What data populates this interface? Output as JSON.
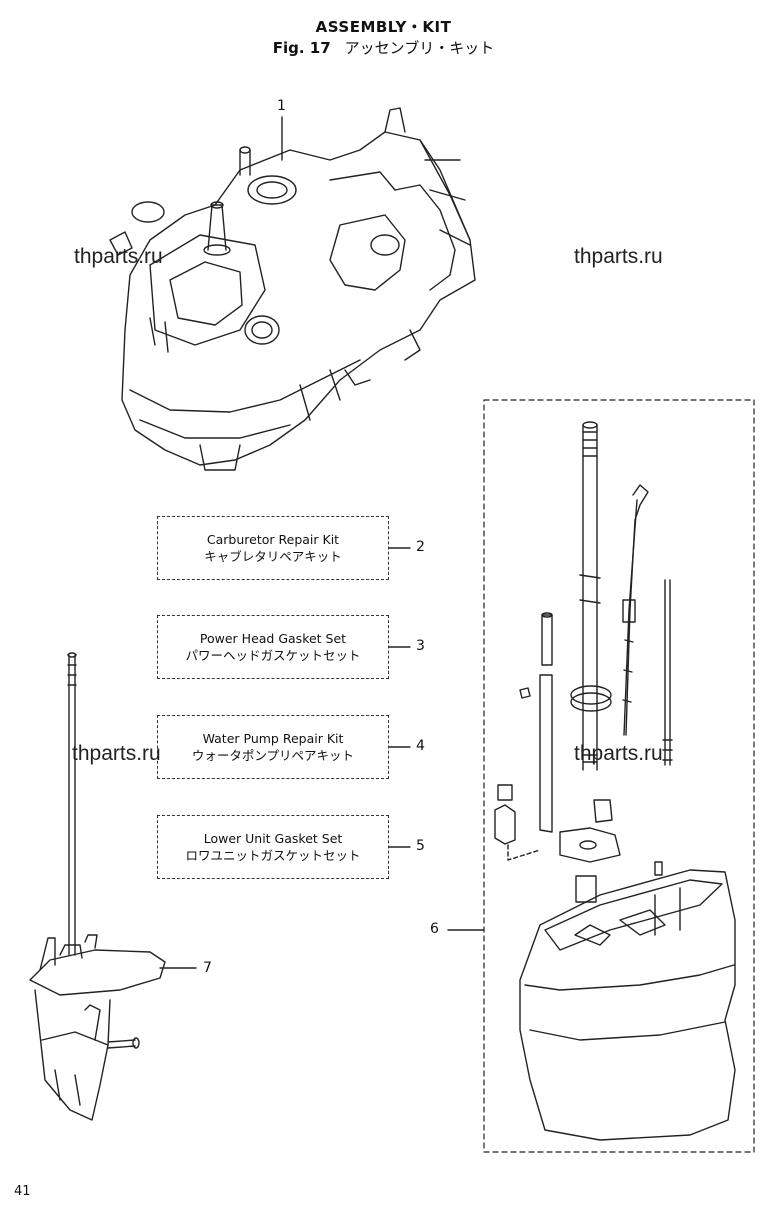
{
  "header": {
    "title": "ASSEMBLY・KIT",
    "fig_label": "Fig. 17",
    "fig_title_jp": "アッセンブリ・キット"
  },
  "kits": [
    {
      "en": "Carburetor Repair Kit",
      "jp": "キャブレタリペアキット",
      "num": "2"
    },
    {
      "en": "Power Head Gasket Set",
      "jp": "パワーヘッドガスケットセット",
      "num": "3"
    },
    {
      "en": "Water Pump Repair Kit",
      "jp": "ウォータポンプリペアキット",
      "num": "4"
    },
    {
      "en": "Lower Unit Gasket Set",
      "jp": "ロワユニットガスケットセット",
      "num": "5"
    }
  ],
  "callouts": {
    "c1": "1",
    "c6": "6",
    "c7": "7"
  },
  "watermark": "thparts.ru",
  "page_number": "41"
}
